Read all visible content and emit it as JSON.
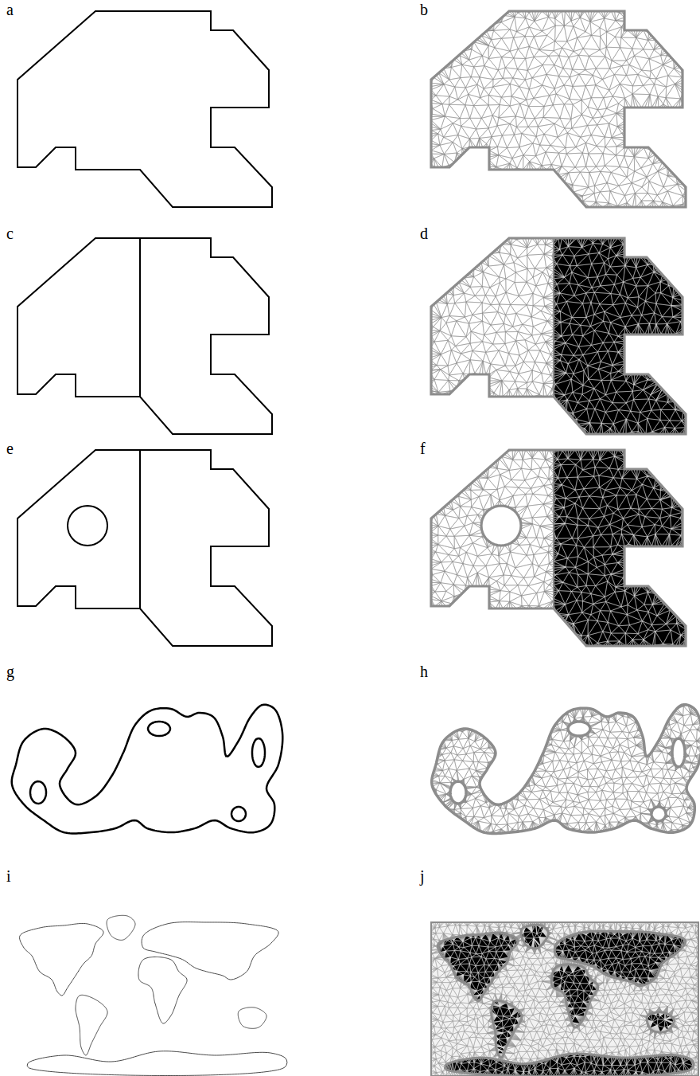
{
  "diagram": {
    "labels": [
      "a",
      "b",
      "c",
      "d",
      "e",
      "f",
      "g",
      "h",
      "i",
      "j"
    ]
  }
}
